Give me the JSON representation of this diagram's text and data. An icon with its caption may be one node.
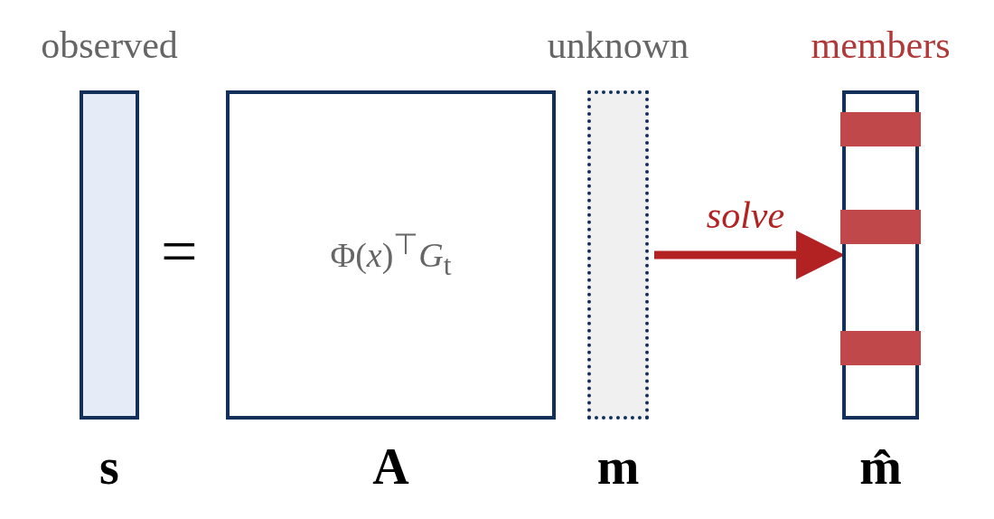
{
  "diagram": {
    "nodes": [
      {
        "text": [
          "observed"
        ],
        "beside": [
          "s"
        ]
      },
      {
        "text": [
          "Φ(*x*)$^{⊤}$*G*$_{t}$"
        ],
        "beside": [
          "A"
        ]
      },
      {
        "text": [
          "unknown"
        ],
        "beside": [
          "m"
        ]
      },
      {
        "text": [
          "members"
        ],
        "beside": [
          "m̂"
        ]
      }
    ],
    "edges": [
      {
        "from": 2,
        "to": 3,
        "arrow": "to",
        "label": "solve"
      }
    ],
    "labels": [
      "="
    ]
  }
}
